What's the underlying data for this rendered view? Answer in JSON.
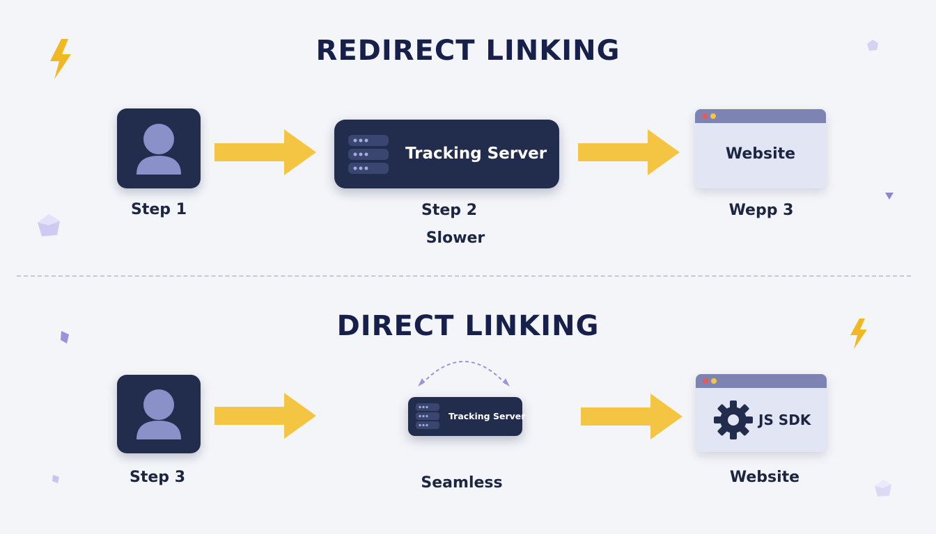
{
  "colors": {
    "navy": "#222d4d",
    "arrow": "#f4c542",
    "browser_bar": "#7d83b3",
    "browser_body": "#e2e5f3",
    "user_icon": "#8a90c8",
    "accent_purple": "#a8a3e6",
    "bolt": "#f2b824"
  },
  "redirect": {
    "title": "REDIRECT LINKING",
    "step1_label": "Step 1",
    "server_label": "Tracking Server",
    "step2_label": "Step 2",
    "speed_label": "Slower",
    "website_label": "Website",
    "step3_label": "Wepp 3"
  },
  "direct": {
    "title": "DIRECT LINKING",
    "step_label": "Step 3",
    "server_label": "Tracking Server",
    "speed_label": "Seamless",
    "sdk_label": "JS SDK",
    "website_label": "Website"
  }
}
